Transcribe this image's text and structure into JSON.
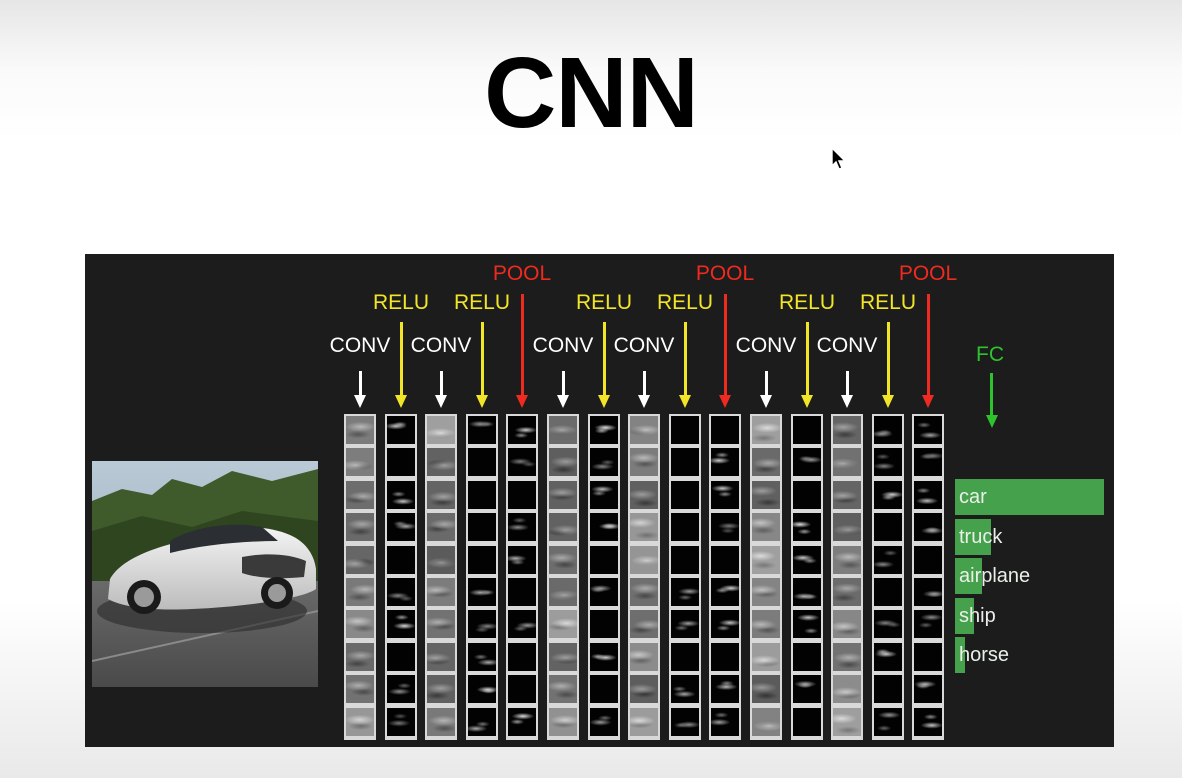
{
  "slide": {
    "title": "CNN"
  },
  "diagram": {
    "layers": [
      {
        "type": "CONV"
      },
      {
        "type": "RELU"
      },
      {
        "type": "CONV"
      },
      {
        "type": "RELU"
      },
      {
        "type": "POOL"
      },
      {
        "type": "CONV"
      },
      {
        "type": "RELU"
      },
      {
        "type": "CONV"
      },
      {
        "type": "RELU"
      },
      {
        "type": "POOL"
      },
      {
        "type": "CONV"
      },
      {
        "type": "RELU"
      },
      {
        "type": "CONV"
      },
      {
        "type": "RELU"
      },
      {
        "type": "POOL"
      }
    ],
    "label_colors": {
      "CONV": "#ffffff",
      "RELU": "#f2e527",
      "POOL": "#ef2a20",
      "FC": "#2ec22e"
    },
    "fc_label": "FC",
    "classes": [
      {
        "label": "car",
        "score": 1.0
      },
      {
        "label": "truck",
        "score": 0.24
      },
      {
        "label": "airplane",
        "score": 0.18
      },
      {
        "label": "ship",
        "score": 0.13
      },
      {
        "label": "horse",
        "score": 0.07
      }
    ],
    "input_image": "car-photo"
  }
}
